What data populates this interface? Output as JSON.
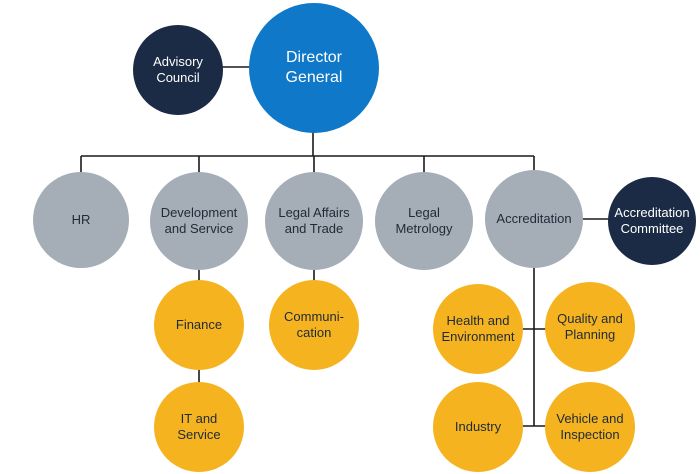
{
  "colors": {
    "navy": "#1b2a45",
    "blue": "#0f78c8",
    "grey": "#a5adb6",
    "amber": "#f5b41f",
    "connector": "#1a1a1a"
  },
  "nodes": {
    "director_general": "Director\nGeneral",
    "advisory_council": "Advisory\nCouncil",
    "hr": "HR",
    "development_and_service": "Development\nand Service",
    "legal_affairs_and_trade": "Legal Affairs\nand Trade",
    "legal_metrology": "Legal\nMetrology",
    "accreditation": "Accreditation",
    "accreditation_committee": "Accreditation\nCommittee",
    "finance": "Finance",
    "it_and_service": "IT and\nService",
    "communication": "Communi-\ncation",
    "health_and_environment": "Health and\nEnvironment",
    "quality_and_planning": "Quality and\nPlanning",
    "industry": "Industry",
    "vehicle_and_inspection": "Vehicle and\nInspection"
  }
}
